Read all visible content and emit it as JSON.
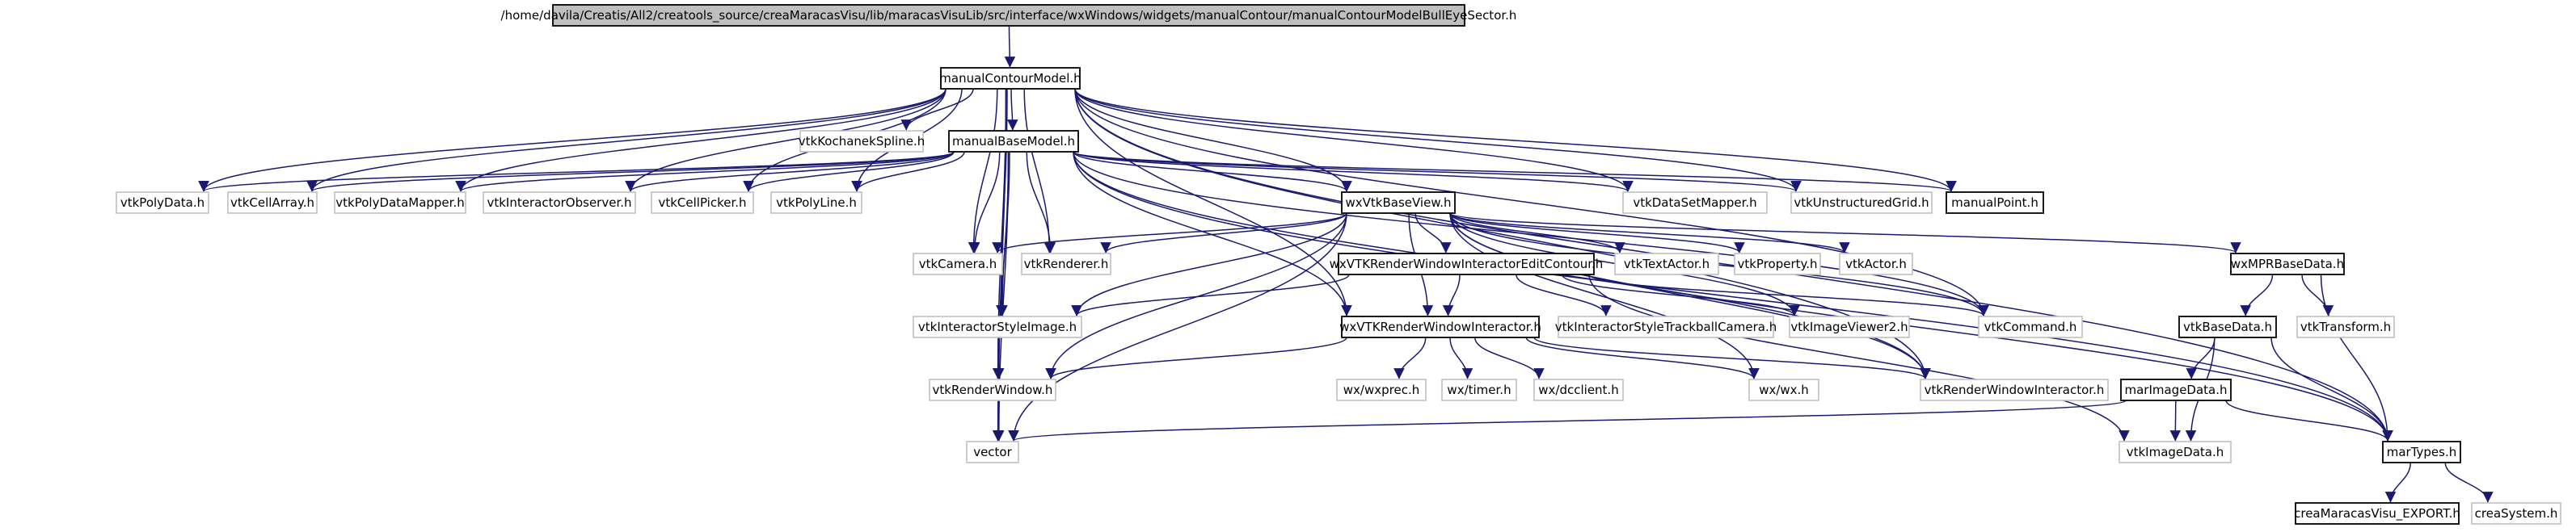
{
  "graph": {
    "colors": {
      "edge": "#191970",
      "node_border_internal": "#000000",
      "node_border_external": "#bfbfbf",
      "root_fill": "#bfbfbf"
    },
    "nodes": [
      {
        "id": "root",
        "label": "/home/davila/Creatis/All2/creatools_source/creaMaracasVisu/lib/maracasVisuLib/src/interface/wxWindows/widgets/manualContour/manualContourModelBullEyeSector.h",
        "kind": "root"
      },
      {
        "id": "mcm",
        "label": "manualContourModel.h",
        "kind": "internal"
      },
      {
        "id": "kspline",
        "label": "vtkKochanekSpline.h",
        "kind": "external"
      },
      {
        "id": "mbm",
        "label": "manualBaseModel.h",
        "kind": "internal"
      },
      {
        "id": "polydata",
        "label": "vtkPolyData.h",
        "kind": "external"
      },
      {
        "id": "cellarray",
        "label": "vtkCellArray.h",
        "kind": "external"
      },
      {
        "id": "pdmapper",
        "label": "vtkPolyDataMapper.h",
        "kind": "external"
      },
      {
        "id": "interobs",
        "label": "vtkInteractorObserver.h",
        "kind": "external"
      },
      {
        "id": "cellpicker",
        "label": "vtkCellPicker.h",
        "kind": "external"
      },
      {
        "id": "polyline",
        "label": "vtkPolyLine.h",
        "kind": "external"
      },
      {
        "id": "wxvbv",
        "label": "wxVtkBaseView.h",
        "kind": "internal"
      },
      {
        "id": "dsmapper",
        "label": "vtkDataSetMapper.h",
        "kind": "external"
      },
      {
        "id": "ugrid",
        "label": "vtkUnstructuredGrid.h",
        "kind": "external"
      },
      {
        "id": "mpoint",
        "label": "manualPoint.h",
        "kind": "internal"
      },
      {
        "id": "camera",
        "label": "vtkCamera.h",
        "kind": "external"
      },
      {
        "id": "renderer",
        "label": "vtkRenderer.h",
        "kind": "external"
      },
      {
        "id": "wxvrwiec",
        "label": "wxVTKRenderWindowInteractorEditContour.h",
        "kind": "internal"
      },
      {
        "id": "textactor",
        "label": "vtkTextActor.h",
        "kind": "external"
      },
      {
        "id": "property",
        "label": "vtkProperty.h",
        "kind": "external"
      },
      {
        "id": "actor",
        "label": "vtkActor.h",
        "kind": "external"
      },
      {
        "id": "wxmpr",
        "label": "wxMPRBaseData.h",
        "kind": "internal"
      },
      {
        "id": "isimage",
        "label": "vtkInteractorStyleImage.h",
        "kind": "external"
      },
      {
        "id": "wxvrwi",
        "label": "wxVTKRenderWindowInteractor.h",
        "kind": "internal"
      },
      {
        "id": "istc",
        "label": "vtkInteractorStyleTrackballCamera.h",
        "kind": "external"
      },
      {
        "id": "imgviewer",
        "label": "vtkImageViewer2.h",
        "kind": "external"
      },
      {
        "id": "command",
        "label": "vtkCommand.h",
        "kind": "external"
      },
      {
        "id": "basedata",
        "label": "vtkBaseData.h",
        "kind": "internal"
      },
      {
        "id": "transform",
        "label": "vtkTransform.h",
        "kind": "external"
      },
      {
        "id": "renwin",
        "label": "vtkRenderWindow.h",
        "kind": "external"
      },
      {
        "id": "wxprec",
        "label": "wx/wxprec.h",
        "kind": "external"
      },
      {
        "id": "timer",
        "label": "wx/timer.h",
        "kind": "external"
      },
      {
        "id": "dcclient",
        "label": "wx/dcclient.h",
        "kind": "external"
      },
      {
        "id": "wxh",
        "label": "wx/wx.h",
        "kind": "external"
      },
      {
        "id": "rwi",
        "label": "vtkRenderWindowInteractor.h",
        "kind": "external"
      },
      {
        "id": "marimage",
        "label": "marImageData.h",
        "kind": "internal"
      },
      {
        "id": "vector",
        "label": "vector",
        "kind": "external"
      },
      {
        "id": "imagedata",
        "label": "vtkImageData.h",
        "kind": "external"
      },
      {
        "id": "martypes",
        "label": "marTypes.h",
        "kind": "internal"
      },
      {
        "id": "export",
        "label": "creaMaracasVisu_EXPORT.h",
        "kind": "internal"
      },
      {
        "id": "system",
        "label": "creaSystem.h",
        "kind": "external"
      }
    ],
    "edges": [
      [
        "root",
        "mcm"
      ],
      [
        "mcm",
        "kspline"
      ],
      [
        "mcm",
        "mbm"
      ],
      [
        "mcm",
        "polydata"
      ],
      [
        "mcm",
        "cellarray"
      ],
      [
        "mcm",
        "pdmapper"
      ],
      [
        "mcm",
        "interobs"
      ],
      [
        "mcm",
        "cellpicker"
      ],
      [
        "mcm",
        "polyline"
      ],
      [
        "mcm",
        "wxvbv"
      ],
      [
        "mcm",
        "dsmapper"
      ],
      [
        "mcm",
        "ugrid"
      ],
      [
        "mcm",
        "mpoint"
      ],
      [
        "mcm",
        "camera"
      ],
      [
        "mcm",
        "renderer"
      ],
      [
        "mcm",
        "wxvrwi"
      ],
      [
        "mcm",
        "isimage"
      ],
      [
        "mcm",
        "renwin"
      ],
      [
        "mcm",
        "command"
      ],
      [
        "mcm",
        "rwi"
      ],
      [
        "mcm",
        "vector"
      ],
      [
        "mcm",
        "martypes"
      ],
      [
        "mbm",
        "polydata"
      ],
      [
        "mbm",
        "cellarray"
      ],
      [
        "mbm",
        "pdmapper"
      ],
      [
        "mbm",
        "interobs"
      ],
      [
        "mbm",
        "cellpicker"
      ],
      [
        "mbm",
        "polyline"
      ],
      [
        "mbm",
        "wxvbv"
      ],
      [
        "mbm",
        "dsmapper"
      ],
      [
        "mbm",
        "ugrid"
      ],
      [
        "mbm",
        "mpoint"
      ],
      [
        "mbm",
        "camera"
      ],
      [
        "mbm",
        "renderer"
      ],
      [
        "mbm",
        "isimage"
      ],
      [
        "mbm",
        "wxvrwi"
      ],
      [
        "mbm",
        "renwin"
      ],
      [
        "mbm",
        "vector"
      ],
      [
        "mbm",
        "command"
      ],
      [
        "mbm",
        "rwi"
      ],
      [
        "mbm",
        "martypes"
      ],
      [
        "wxvbv",
        "camera"
      ],
      [
        "wxvbv",
        "renderer"
      ],
      [
        "wxvbv",
        "wxvrwiec"
      ],
      [
        "wxvbv",
        "textactor"
      ],
      [
        "wxvbv",
        "property"
      ],
      [
        "wxvbv",
        "actor"
      ],
      [
        "wxvbv",
        "wxmpr"
      ],
      [
        "wxvbv",
        "isimage"
      ],
      [
        "wxvbv",
        "wxvrwi"
      ],
      [
        "wxvbv",
        "renwin"
      ],
      [
        "wxvbv",
        "imgviewer"
      ],
      [
        "wxvbv",
        "command"
      ],
      [
        "wxvbv",
        "wxh"
      ],
      [
        "wxvbv",
        "rwi"
      ],
      [
        "wxvbv",
        "vector"
      ],
      [
        "wxvbv",
        "martypes"
      ],
      [
        "wxvrwiec",
        "isimage"
      ],
      [
        "wxvrwiec",
        "wxvrwi"
      ],
      [
        "wxvrwiec",
        "istc"
      ],
      [
        "wxvrwiec",
        "imgviewer"
      ],
      [
        "wxvrwiec",
        "command"
      ],
      [
        "wxvrwiec",
        "imagedata"
      ],
      [
        "wxvrwi",
        "renwin"
      ],
      [
        "wxvrwi",
        "wxprec"
      ],
      [
        "wxvrwi",
        "timer"
      ],
      [
        "wxvrwi",
        "dcclient"
      ],
      [
        "wxvrwi",
        "wxh"
      ],
      [
        "wxvrwi",
        "rwi"
      ],
      [
        "wxmpr",
        "basedata"
      ],
      [
        "wxmpr",
        "transform"
      ],
      [
        "wxmpr",
        "martypes"
      ],
      [
        "basedata",
        "marimage"
      ],
      [
        "basedata",
        "imagedata"
      ],
      [
        "basedata",
        "martypes"
      ],
      [
        "marimage",
        "vector"
      ],
      [
        "marimage",
        "imagedata"
      ],
      [
        "marimage",
        "martypes"
      ],
      [
        "martypes",
        "export"
      ],
      [
        "martypes",
        "system"
      ]
    ]
  }
}
